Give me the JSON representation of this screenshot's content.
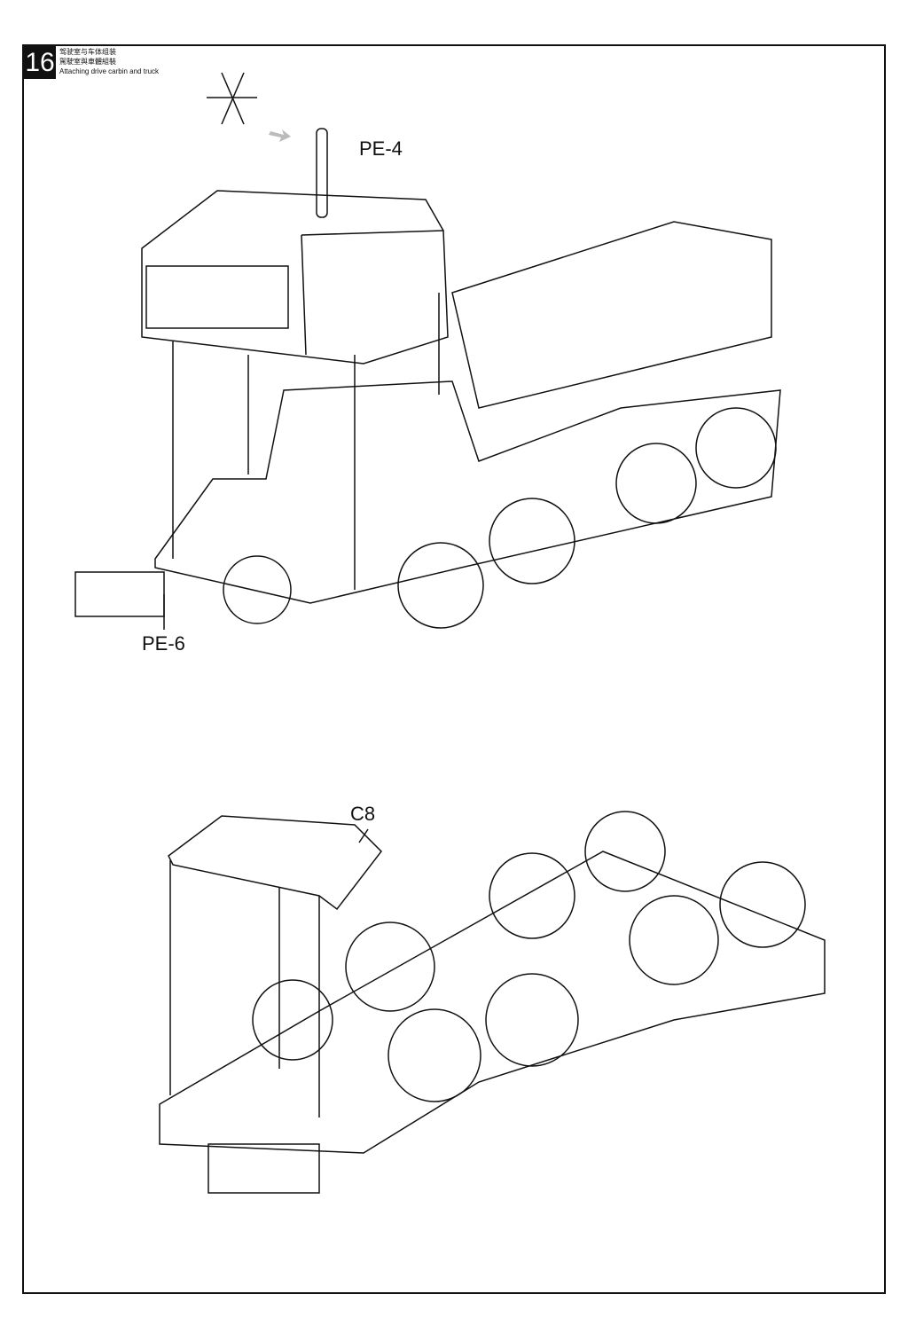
{
  "step": {
    "number": "16",
    "title_zh_simplified": "驾驶室与车体组装",
    "title_zh_traditional": "駕駛室與車體組裝",
    "title_en": "Attaching drive carbin and truck"
  },
  "parts": {
    "pe4": "PE-4",
    "pe6": "PE-6",
    "c8": "C8"
  }
}
